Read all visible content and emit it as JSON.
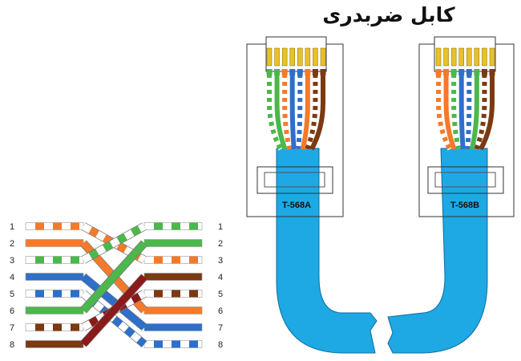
{
  "title": "کابل ضربدری",
  "connectors": [
    {
      "standard": "T-568A",
      "order": [
        "white-green",
        "green",
        "white-orange",
        "blue",
        "white-blue",
        "orange",
        "white-brown",
        "brown"
      ]
    },
    {
      "standard": "T-568B",
      "order": [
        "white-orange",
        "orange",
        "white-green",
        "blue",
        "white-blue",
        "green",
        "white-brown",
        "brown"
      ]
    }
  ],
  "crossover": {
    "pins_left": [
      "1",
      "2",
      "3",
      "4",
      "5",
      "6",
      "7",
      "8"
    ],
    "pins_right": [
      "1",
      "2",
      "3",
      "4",
      "5",
      "6",
      "7",
      "8"
    ],
    "left": [
      "white-orange",
      "orange",
      "white-green",
      "blue",
      "white-blue",
      "green",
      "white-brown",
      "brown"
    ],
    "right": [
      "white-green",
      "green",
      "white-orange",
      "brown",
      "white-brown",
      "orange",
      "blue",
      "white-blue"
    ]
  },
  "colors": {
    "orange": "#f47a2a",
    "green": "#4cb74c",
    "blue": "#2e6fc9",
    "brown": "#7b3a12",
    "cable": "#1ea8e4",
    "cable_dark": "#1489c0",
    "crimson": "#8b1a1a"
  }
}
